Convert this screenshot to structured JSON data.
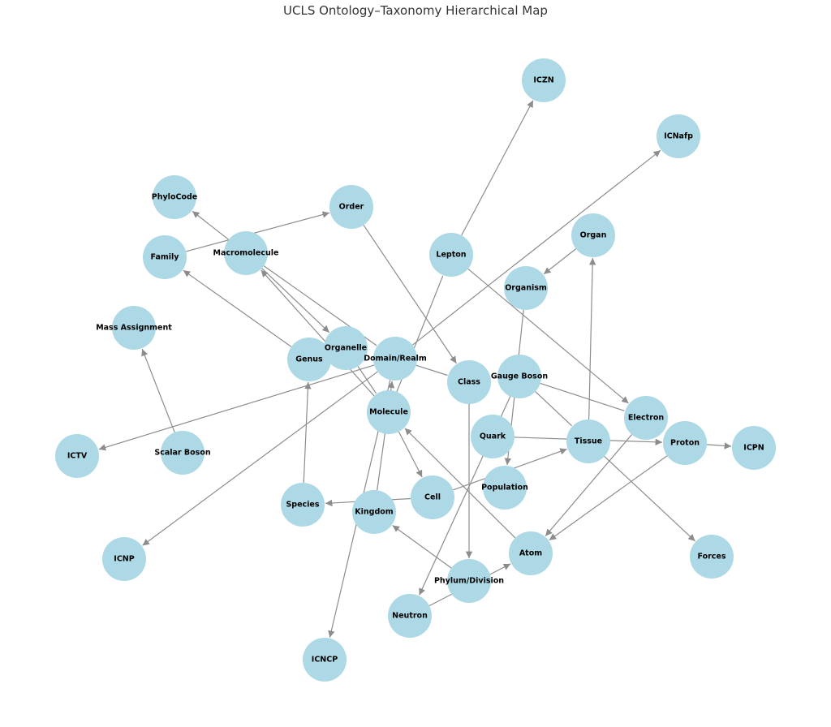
{
  "title": "UCLS Ontology–Taxonomy Hierarchical Map",
  "colors": {
    "node_fill": "#add8e6",
    "edge": "#8c8c8c",
    "label": "#000000"
  },
  "nodes": [
    {
      "id": "ICZN",
      "label": "ICZN"
    },
    {
      "id": "ICNafp",
      "label": "ICNafp"
    },
    {
      "id": "PhyloCode",
      "label": "PhyloCode"
    },
    {
      "id": "Order",
      "label": "Order"
    },
    {
      "id": "Family",
      "label": "Family"
    },
    {
      "id": "Macromolecule",
      "label": "Macromolecule"
    },
    {
      "id": "Lepton",
      "label": "Lepton"
    },
    {
      "id": "Organ",
      "label": "Organ"
    },
    {
      "id": "Organism",
      "label": "Organism"
    },
    {
      "id": "MassAssignment",
      "label": "Mass Assignment"
    },
    {
      "id": "Genus",
      "label": "Genus"
    },
    {
      "id": "Organelle",
      "label": "Organelle"
    },
    {
      "id": "DomainRealm",
      "label": "Domain/Realm"
    },
    {
      "id": "Class",
      "label": "Class"
    },
    {
      "id": "GaugeBoson",
      "label": "Gauge Boson"
    },
    {
      "id": "Molecule",
      "label": "Molecule"
    },
    {
      "id": "Electron",
      "label": "Electron"
    },
    {
      "id": "Quark",
      "label": "Quark"
    },
    {
      "id": "Tissue",
      "label": "Tissue"
    },
    {
      "id": "Proton",
      "label": "Proton"
    },
    {
      "id": "ICPN",
      "label": "ICPN"
    },
    {
      "id": "ICTV",
      "label": "ICTV"
    },
    {
      "id": "ScalarBoson",
      "label": "Scalar Boson"
    },
    {
      "id": "Population",
      "label": "Population"
    },
    {
      "id": "Cell",
      "label": "Cell"
    },
    {
      "id": "Species",
      "label": "Species"
    },
    {
      "id": "Kingdom",
      "label": "Kingdom"
    },
    {
      "id": "ICNP",
      "label": "ICNP"
    },
    {
      "id": "Atom",
      "label": "Atom"
    },
    {
      "id": "Forces",
      "label": "Forces"
    },
    {
      "id": "PhylumDivision",
      "label": "Phylum/Division"
    },
    {
      "id": "Neutron",
      "label": "Neutron"
    },
    {
      "id": "ICNCP",
      "label": "ICNCP"
    }
  ],
  "edges": [
    {
      "from": "Lepton",
      "to": "ICZN",
      "arrow": true
    },
    {
      "from": "DomainRealm",
      "to": "ICNafp",
      "arrow": true
    },
    {
      "from": "Macromolecule",
      "to": "PhyloCode",
      "arrow": true
    },
    {
      "from": "Family",
      "to": "Order",
      "arrow": true
    },
    {
      "from": "Genus",
      "to": "Family",
      "arrow": true
    },
    {
      "from": "Molecule",
      "to": "Macromolecule",
      "arrow": true
    },
    {
      "from": "Macromolecule",
      "to": "Organelle",
      "arrow": true
    },
    {
      "from": "Macromolecule",
      "to": "DomainRealm",
      "arrow": false
    },
    {
      "from": "Order",
      "to": "Class",
      "arrow": true
    },
    {
      "from": "Molecule",
      "to": "Lepton",
      "arrow": false
    },
    {
      "from": "Lepton",
      "to": "Electron",
      "arrow": true
    },
    {
      "from": "Organ",
      "to": "Organism",
      "arrow": true
    },
    {
      "from": "Organism",
      "to": "Population",
      "arrow": true
    },
    {
      "from": "Tissue",
      "to": "Organ",
      "arrow": true
    },
    {
      "from": "ScalarBoson",
      "to": "MassAssignment",
      "arrow": true
    },
    {
      "from": "DomainRealm",
      "to": "ICTV",
      "arrow": true
    },
    {
      "from": "DomainRealm",
      "to": "ICNP",
      "arrow": true
    },
    {
      "from": "Organelle",
      "to": "Molecule",
      "arrow": false
    },
    {
      "from": "Molecule",
      "to": "Cell",
      "arrow": true
    },
    {
      "from": "Kingdom",
      "to": "DomainRealm",
      "arrow": true
    },
    {
      "from": "DomainRealm",
      "to": "ICNCP",
      "arrow": true
    },
    {
      "from": "Species",
      "to": "Genus",
      "arrow": true
    },
    {
      "from": "Cell",
      "to": "Species",
      "arrow": true
    },
    {
      "from": "Cell",
      "to": "Tissue",
      "arrow": true
    },
    {
      "from": "Class",
      "to": "PhylumDivision",
      "arrow": true
    },
    {
      "from": "PhylumDivision",
      "to": "Kingdom",
      "arrow": true
    },
    {
      "from": "Neutron",
      "to": "Atom",
      "arrow": true
    },
    {
      "from": "GaugeBoson",
      "to": "Neutron",
      "arrow": true
    },
    {
      "from": "Atom",
      "to": "Molecule",
      "arrow": true
    },
    {
      "from": "Electron",
      "to": "Atom",
      "arrow": true
    },
    {
      "from": "Proton",
      "to": "Atom",
      "arrow": true
    },
    {
      "from": "Quark",
      "to": "Proton",
      "arrow": true
    },
    {
      "from": "Proton",
      "to": "ICPN",
      "arrow": true
    },
    {
      "from": "Tissue",
      "to": "Forces",
      "arrow": true
    },
    {
      "from": "GaugeBoson",
      "to": "Tissue",
      "arrow": false
    },
    {
      "from": "DomainRealm",
      "to": "Class",
      "arrow": false
    },
    {
      "from": "GaugeBoson",
      "to": "Electron",
      "arrow": false
    }
  ]
}
